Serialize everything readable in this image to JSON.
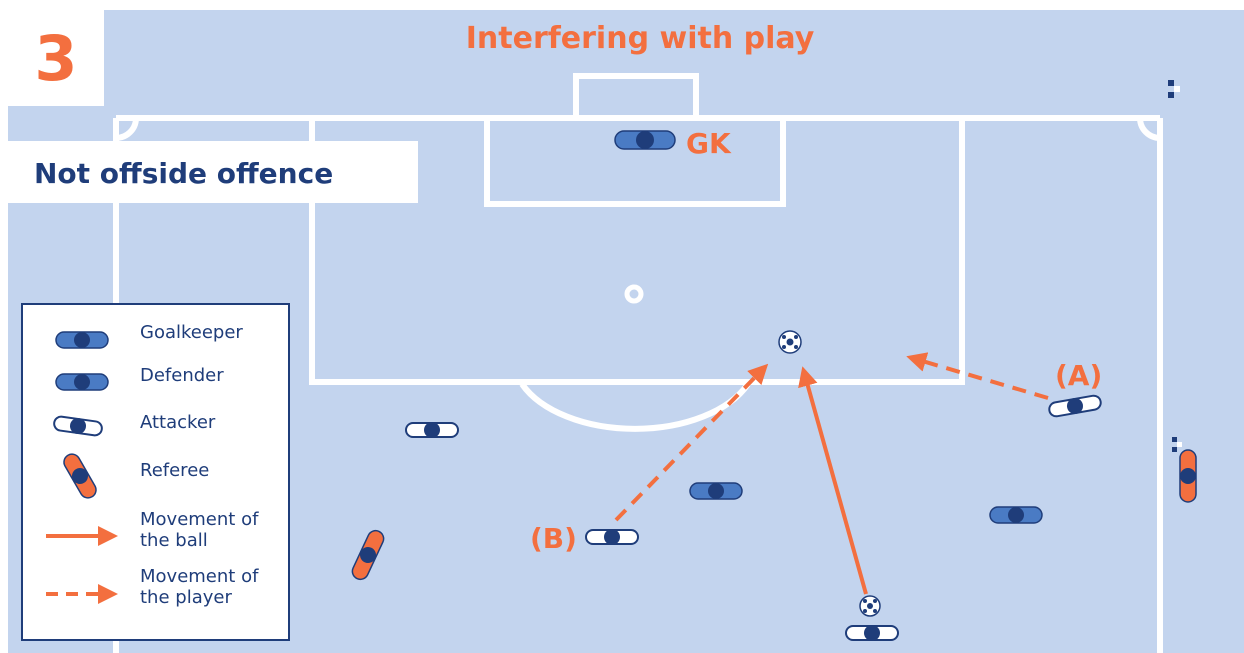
{
  "panel_number": "3",
  "title": "Interfering with play",
  "subtitle": "Not offside offence",
  "labels": {
    "goalkeeper": "GK",
    "attacker_a": "(A)",
    "attacker_b": "(B)"
  },
  "legend": {
    "goalkeeper": "Goalkeeper",
    "defender": "Defender",
    "attacker": "Attacker",
    "referee": "Referee",
    "ball_movement_line1": "Movement of",
    "ball_movement_line2": "the ball",
    "player_movement_line1": "Movement of",
    "player_movement_line2": "the player"
  },
  "colors": {
    "pitch": "#c3d4ee",
    "pitch_light": "#d2def2",
    "lines": "#ffffff",
    "accent_orange": "#f36f3f",
    "navy": "#1f3d7a",
    "player_blue": "#4a7bc4"
  }
}
